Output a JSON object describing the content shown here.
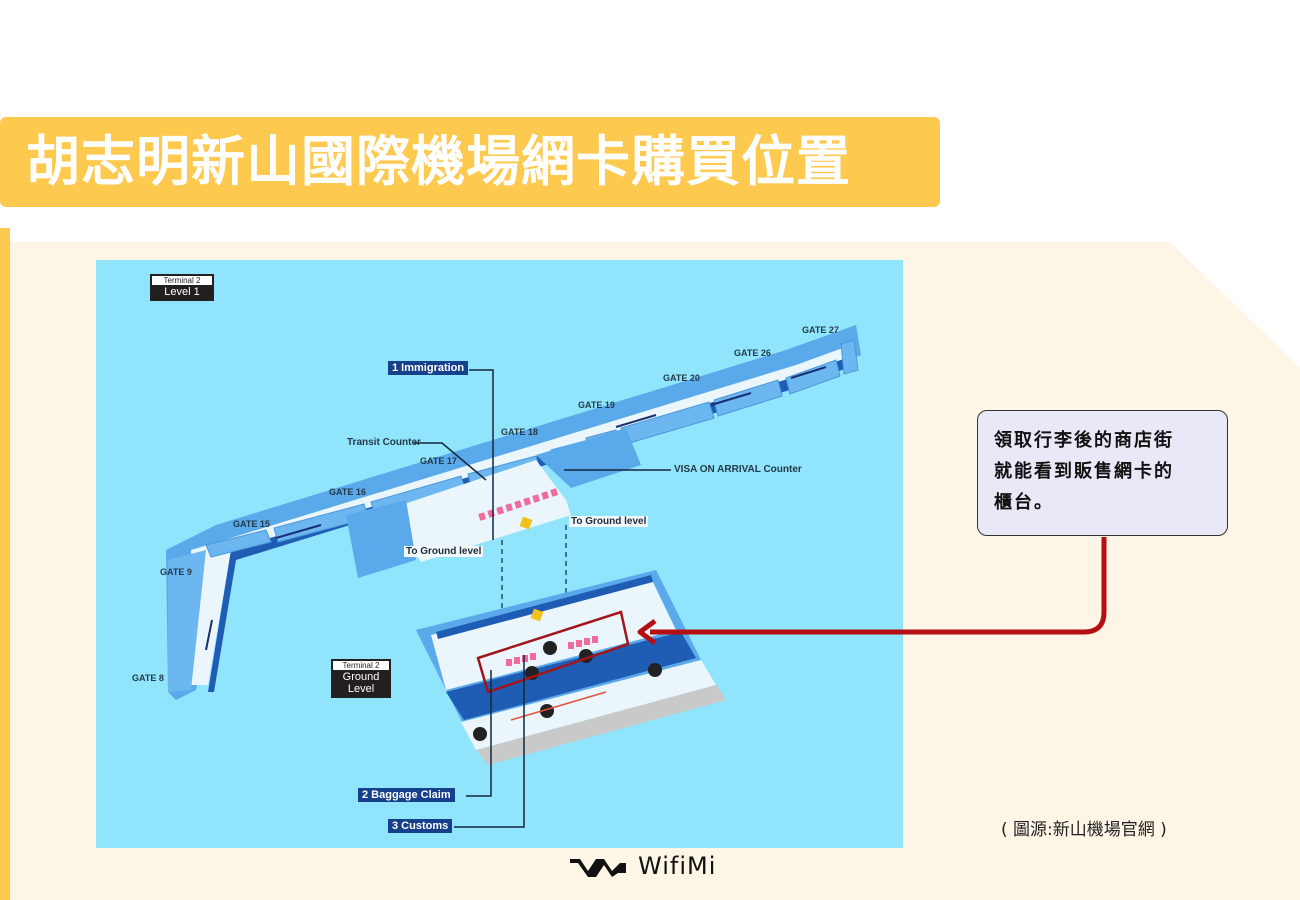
{
  "title": "胡志明新山國際機場網卡購買位置",
  "colors": {
    "banner": "#fdc94f",
    "panel_bg": "#fdf5e5",
    "map_bg": "#90e4fb",
    "callout_bg": "#e8e8f6",
    "highlight_red": "#b50f14",
    "navy_label": "#163f8c"
  },
  "map": {
    "level1_tag": {
      "terminal": "Terminal 2",
      "level": "Level 1"
    },
    "ground_tag": {
      "terminal": "Terminal 2",
      "level_line1": "Ground",
      "level_line2": "Level"
    },
    "steps": [
      {
        "label": "1 Immigration"
      },
      {
        "label": "2 Baggage Claim"
      },
      {
        "label": "3 Customs"
      }
    ],
    "gates": [
      "GATE 8",
      "GATE 9",
      "GATE 15",
      "GATE 16",
      "GATE 17",
      "GATE 18",
      "GATE 19",
      "GATE 20",
      "GATE 26",
      "GATE 27"
    ],
    "annotations": {
      "transit_counter": "Transit Counter",
      "visa_counter": "VISA ON ARRIVAL Counter",
      "to_ground_left": "To Ground level",
      "to_ground_right": "To Ground level"
    }
  },
  "callout": {
    "line1": "領取行李後的商店街",
    "line2": "就能看到販售網卡的",
    "line3": "櫃台。"
  },
  "source_note": "( 圖源:新山機場官網 )",
  "brand": {
    "name": "WifiMi",
    "icon": "wifimi-logo-icon"
  }
}
